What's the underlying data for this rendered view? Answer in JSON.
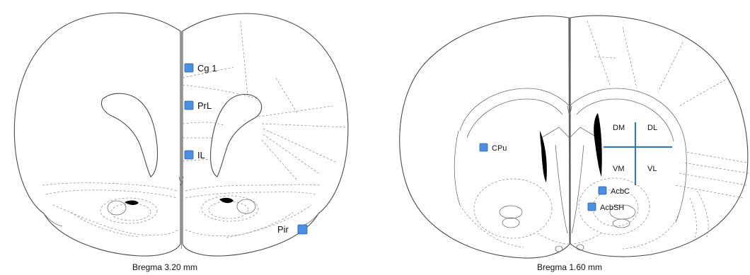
{
  "sections": [
    {
      "caption": "Bregma 3.20 mm",
      "regions": [
        {
          "label": "Cg 1"
        },
        {
          "label": "PrL"
        },
        {
          "label": "IL"
        },
        {
          "label": "Pir"
        }
      ]
    },
    {
      "caption": "Bregma 1.60 mm",
      "regions": [
        {
          "label": "CPu"
        },
        {
          "label": "AcbC"
        },
        {
          "label": "AcbSH"
        }
      ],
      "quadrants": [
        "DM",
        "DL",
        "VM",
        "VL"
      ]
    }
  ],
  "colors": {
    "marker": "#4a90e2",
    "quadrant_lines": "#3a78b0",
    "outline": "#4a4a4a"
  }
}
